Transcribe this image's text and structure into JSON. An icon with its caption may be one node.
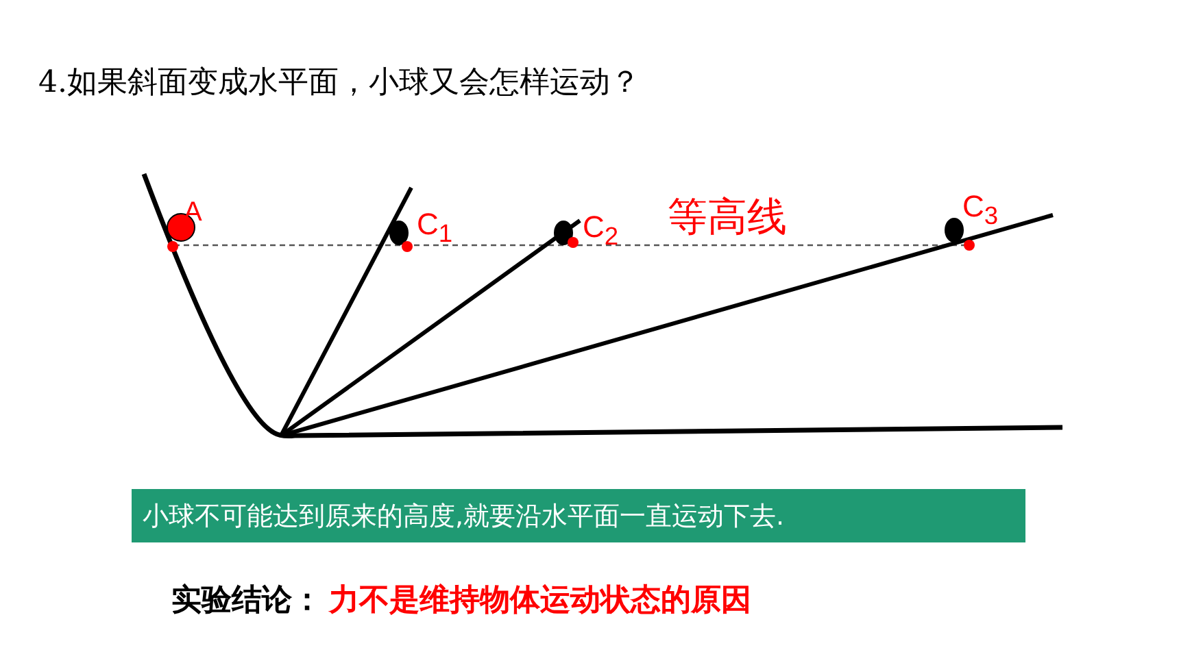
{
  "diagram": {
    "title": "4.如果斜面变成水平面，小球又会怎样运动？",
    "nodes": [
      {
        "text": [
          "小球不可能达到原来的高度,就要沿水平面一直运动下去."
        ]
      }
    ],
    "labels": [
      "A",
      "C$_{1}$",
      "C$_{2}$",
      "等高线",
      "C$_{3}$",
      "实验结论：",
      "力不是维持物体运动状态的原因"
    ]
  }
}
